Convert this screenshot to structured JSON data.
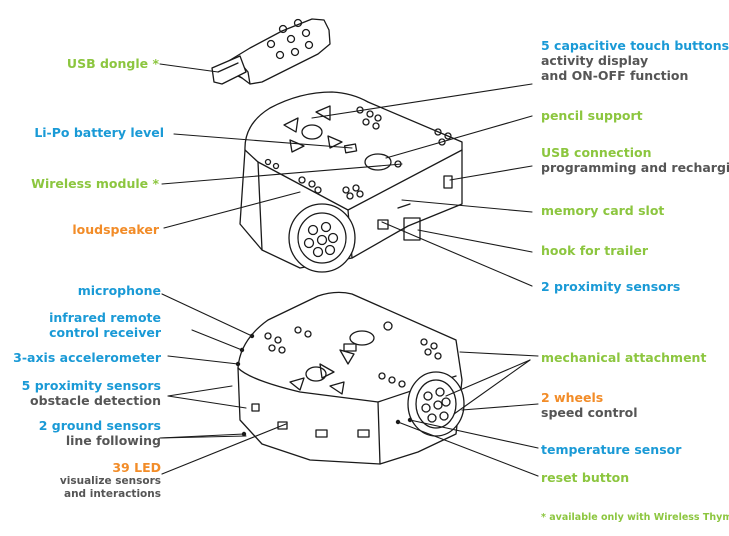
{
  "colors": {
    "blue": "#1a9ad6",
    "green": "#8cc63f",
    "orange": "#f28c28",
    "gray": "#555555",
    "line": "#1a1a1a"
  },
  "labels": {
    "usb_dongle": "USB dongle *",
    "touch_buttons_title": "5 capacitive touch buttons",
    "touch_buttons_sub1": "activity display",
    "touch_buttons_sub2": "and ON-OFF function",
    "battery_level": "Li-Po battery level",
    "pencil_support": "pencil support",
    "usb_connection_title": "USB connection",
    "usb_connection_sub": "programming and recharging",
    "wireless_module": "Wireless  module *",
    "loudspeaker": "loudspeaker",
    "memory_card_slot": "memory card slot",
    "hook_for_trailer": "hook for trailer",
    "proximity_sensors_2": "2 proximity sensors",
    "microphone": "microphone",
    "ir_receiver_1": "infrared remote",
    "ir_receiver_2": "control receiver",
    "accelerometer": "3-axis accelerometer",
    "mechanical_attachment": "mechanical attachment",
    "proximity_sensors_5_title": "5 proximity sensors",
    "proximity_sensors_5_sub": "obstacle detection",
    "wheels_title": "2 wheels",
    "wheels_sub": "speed control",
    "ground_sensors_title": "2 ground sensors",
    "ground_sensors_sub": "line following",
    "temperature_sensor": "temperature sensor",
    "led_title": "39 LED",
    "led_sub1": "visualize sensors",
    "led_sub2": "and interactions",
    "reset_button": "reset button",
    "footnote": "*  available only with Wireless Thymio"
  },
  "icons": {
    "dongle": "usb-dongle-illustration",
    "robot_top": "thymio-robot-rear-view-illustration",
    "robot_bottom": "thymio-robot-front-view-illustration"
  }
}
